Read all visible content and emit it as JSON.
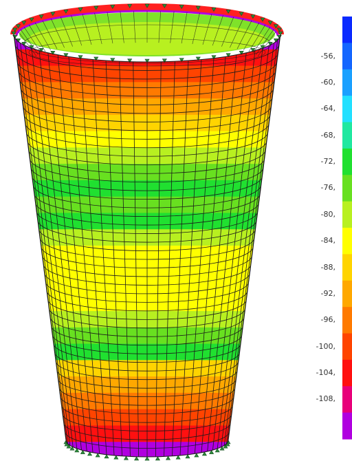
{
  "legend": {
    "ticks": [
      "-56,",
      "-60,",
      "-64,",
      "-68,",
      "-72,",
      "-76,",
      "-80,",
      "-84,",
      "-88,",
      "-92,",
      "-96,",
      "-100,",
      "-104,",
      "-108,"
    ],
    "colors": [
      "#0a2aff",
      "#1466ff",
      "#1aa0ff",
      "#22e0ff",
      "#20e8a0",
      "#20e030",
      "#68e020",
      "#b8f020",
      "#ffff00",
      "#ffd400",
      "#ffa800",
      "#ff7a00",
      "#ff4400",
      "#ff1010",
      "#e8007a",
      "#b000e0"
    ]
  },
  "model": {
    "type": "finite-element shell contour",
    "shape": "truncated cone (vessel)",
    "contour_bands_top_to_bottom": [
      "#b000e0",
      "#ff1010",
      "#ff4400",
      "#ff7a00",
      "#ffa800",
      "#ffd400",
      "#ffff00",
      "#b8f020",
      "#68e020",
      "#20e030",
      "#68e020",
      "#20e030",
      "#b8f020",
      "#ffff00",
      "#ffff00",
      "#ffff00",
      "#ffff00",
      "#b8f020",
      "#68e020",
      "#20e030",
      "#ffd400",
      "#ffa800",
      "#ff7a00",
      "#ff4400",
      "#ff1010",
      "#b000e0"
    ]
  }
}
